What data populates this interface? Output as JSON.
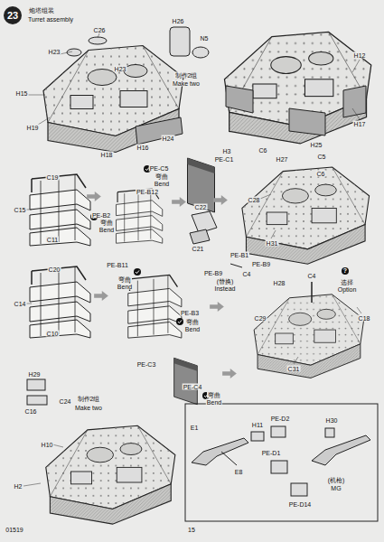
{
  "diagram": {
    "title": "Turret assembly",
    "nodes": [
      {
        "text": [
          "23"
        ]
      }
    ],
    "labels": [
      "炮塔组装",
      "C26",
      "H23",
      "H23",
      "H15",
      "H19",
      "H18",
      "H16",
      "H24",
      "H26",
      "N5",
      "制作2组",
      "Make two",
      "H12",
      "H17",
      "H25",
      "H3",
      "PE-C1",
      "C6",
      "H27",
      "C5",
      "C6",
      "PE-C5",
      "弯曲",
      "Bend",
      "PE-B12",
      "C19",
      "C15",
      "C11",
      "PE-B2",
      "弯曲",
      "Bend",
      "C22",
      "C28",
      "C21",
      "H31",
      "PE-B1",
      "PE-B9",
      "PE-B9",
      "C4",
      "(替换)",
      "Instead",
      "C4",
      "?",
      "选择",
      "Option",
      "H28",
      "C29",
      "C18",
      "C31",
      "C20",
      "C14",
      "C10",
      "PE-B11",
      "弯曲",
      "Bend",
      "PE-B3",
      "弯曲",
      "Bend",
      "PE-C3",
      "PE-C4",
      "弯曲",
      "Bend",
      "H29",
      "C24",
      "制作2组",
      "Make two",
      "C16",
      "H10",
      "H2",
      "E1",
      "E8",
      "H11",
      "PE-D2",
      "PE-D1",
      "PE-D14",
      "H30",
      "(机枪)",
      "MG",
      "01519",
      "15"
    ]
  }
}
